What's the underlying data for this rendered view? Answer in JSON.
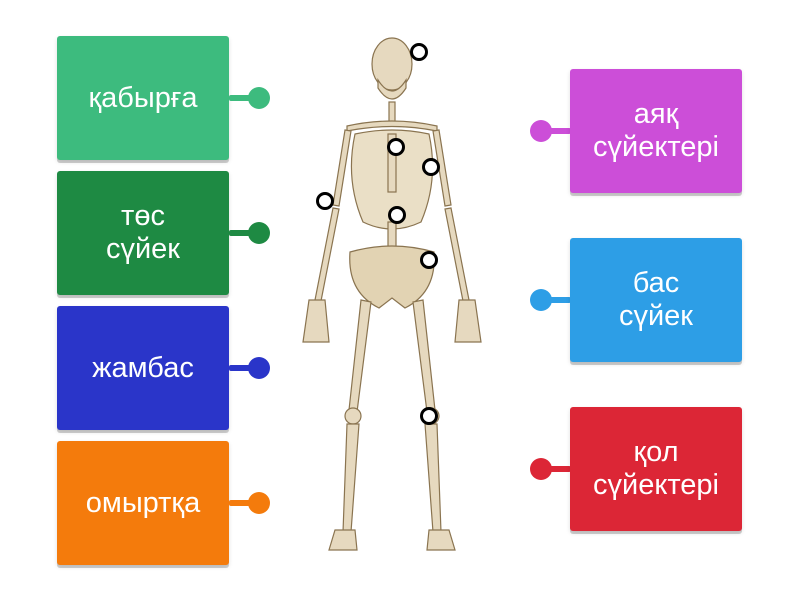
{
  "left_labels": [
    {
      "text": "қабырға",
      "color": "#3dbb7e"
    },
    {
      "text": "төс\nсүйек",
      "color": "#1e8a43"
    },
    {
      "text": "жамбас",
      "color": "#2a35c9"
    },
    {
      "text": "омыртқа",
      "color": "#f47b0c"
    }
  ],
  "right_labels": [
    {
      "text": "аяқ\nсүйектері",
      "color": "#cc4ed8"
    },
    {
      "text": "бас\nсүйек",
      "color": "#2d9ee6"
    },
    {
      "text": "қол\nсүйектері",
      "color": "#dc2636"
    }
  ],
  "image": {
    "icon": "skeleton-illustration"
  }
}
